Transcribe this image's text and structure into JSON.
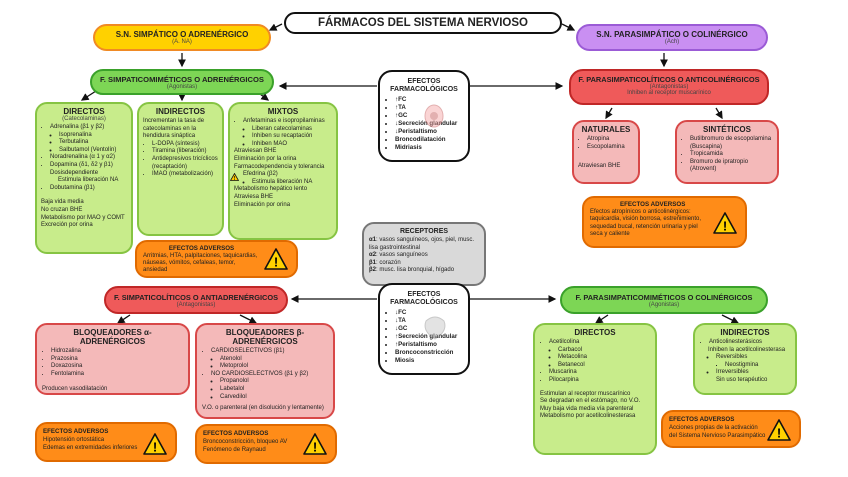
{
  "title": "FÁRMACOS DEL SISTEMA NERVIOSO AUTÓNOMO",
  "sn_simpatico": {
    "title": "S.N. SIMPÁTICO O ADRENÉRGICO",
    "sub": "(A. NA)"
  },
  "sn_parasimpatico": {
    "title": "S.N. PARASIMPÁTICO O COLINÉRGICO",
    "sub": "(Ach)"
  },
  "simpaticomimeticos": {
    "title": "F. SIMPATICOMIMÉTICOS O ADRENÉRGICOS",
    "sub": "(Agonistas)"
  },
  "parasimpaticoliticos": {
    "title": "F. PARASIMPATICOLÍTICOS O ANTICOLINÉRGICOS",
    "sub": "(Antagonistas)",
    "note": "Inhiben al receptor muscarínico"
  },
  "directos": {
    "title": "DIRECTOS",
    "sub": "(Catecolaminas)",
    "items": [
      "Adrenalina (β1 y β2)",
      "Noradrenalina (α 1 y α2)",
      "Dopamina (δ1, δ2 y β1)",
      "Dobutamina (β1)"
    ],
    "sub_adrenalina": [
      "Isoprenalina",
      "Terbutalina",
      "Salbutamol (Ventolín)"
    ],
    "dopamina_notes": [
      "Dosisdependiente",
      "Estimula liberación NA"
    ],
    "notes": [
      "Baja vida media",
      "No cruzan BHE",
      "Metabolismo por MAO y COMT",
      "Excreción por orina"
    ]
  },
  "indirectos": {
    "title": "INDIRECTOS",
    "intro": "Incrementan la tasa de catecolaminas en la hendidura sináptica",
    "items": [
      "L-DOPA (síntesis)",
      "Tiramina (liberación)",
      "Antidepresivos tricíclicos (recaptación)",
      "IMAO (metabolización)"
    ]
  },
  "mixtos": {
    "title": "MIXTOS",
    "a1": "Anfetaminas e isopropilaminas",
    "a1_sub": [
      "Liberan catecolaminas",
      "Inhiben su recaptación",
      "Inhiben MAO"
    ],
    "a1_notes": [
      "Atraviesan BHE",
      "Eliminación por la orina",
      "Farmacodependencia y tolerancia"
    ],
    "a2": "Efedrina (β2)",
    "a2_sub": [
      "Estimula liberación NA"
    ],
    "a2_notes": [
      "Metabolismo hepático lento",
      "Atraviesa BHE",
      "Eliminación por orina"
    ]
  },
  "efectos_farm1": {
    "title": "EFECTOS FARMACOLÓGICOS",
    "items": [
      "↑FC",
      "↑TA",
      "↑GC",
      "↓Secreción glandular",
      "↓Peristaltismo",
      "Broncodilatación",
      "Midriasis"
    ]
  },
  "naturales": {
    "title": "NATURALES",
    "items": [
      "Atropina",
      "Escopolamina"
    ],
    "note": "Atraviesan BHE"
  },
  "sinteticos": {
    "title": "SINTÉTICOS",
    "items": [
      "Butilbromuro de escopolamina (Buscapina)",
      "Tropicamida",
      "Bromuro de ipratropio (Atrovent)"
    ]
  },
  "adv_simpaticomimeticos": {
    "title": "EFECTOS ADVERSOS",
    "text": "Arritmias, HTA, palpitaciones, taquicardias, náuseas, vómitos, cefaleas, temor, ansiedad"
  },
  "adv_parasimpaticoliticos": {
    "title": "EFECTOS ADVERSOS",
    "text": "Efectos atropínicos o anticolinérgicos: taquicardia, visión borrosa, estreñimiento, sequedad bucal, retención urinaria y piel seca y caliente"
  },
  "receptores": {
    "title": "RECEPTORES",
    "items": [
      {
        "k": "α1",
        "v": ": vasos sanguíneos, ojos, piel, musc. lisa gastrointestinal"
      },
      {
        "k": "α2",
        "v": ": vasos sanguíneos"
      },
      {
        "k": "β1",
        "v": ": corazón"
      },
      {
        "k": "β2",
        "v": ": musc. lisa bronquial, hígado"
      }
    ]
  },
  "simpaticoliticos": {
    "title": "F. SIMPATICOLÍTICOS O ANTIADRENÉRGICOS",
    "sub": "(Antagonistas)"
  },
  "efectos_farm2": {
    "title": "EFECTOS FARMACOLÓGICOS",
    "items": [
      "↓FC",
      "↓TA",
      "↓GC",
      "↑Secreción glandular",
      "↑Peristaltismo",
      "Broncoconstricción",
      "Miosis"
    ]
  },
  "parasimpaticomimeticos": {
    "title": "F. PARASIMPATICOMIMÉTICOS O COLINÉRGICOS",
    "sub": "(Agonistas)"
  },
  "bloq_alfa": {
    "title": "BLOQUEADORES α-ADRENÉRGICOS",
    "items": [
      "Hidrozalina",
      "Prazosina",
      "Doxazosina",
      "Fentolamina"
    ],
    "note": "Producen vasodilatación"
  },
  "bloq_beta": {
    "title": "BLOQUEADORES β-ADRENÉRGICOS",
    "g1": "CARDIOSELECTIVOS (β1)",
    "g1_items": [
      "Atenolol",
      "Metoprolol"
    ],
    "g2": "NO CARDIOSELECTIVOS (β1 y β2)",
    "g2_items": [
      "Propanolol",
      "Labetalol",
      "Carvedilol"
    ],
    "note": "V.O. o parenteral (en disolución y lentamente)"
  },
  "directos_col": {
    "title": "DIRECTOS",
    "items": [
      "Acetilcolina",
      "Muscarina",
      "Pilocarpina"
    ],
    "sub_ach": [
      "Carbacol",
      "Metacolina",
      "Betanecol"
    ],
    "notes": [
      "Estimulan al receptor muscarínico",
      "Se degradan en el estómago, no V.O.",
      "Muy baja vida media vía parenteral",
      "Metabolismo por acetilcolinesterasa"
    ]
  },
  "indirectos_col": {
    "title": "INDIRECTOS",
    "item": "Anticolinesterásicos",
    "note": "Inhiben la acetilcolinesterasa",
    "sub": [
      "Reversibles",
      "Irreversibles"
    ],
    "sub_rev": [
      "Neostigmina"
    ],
    "irr_note": "Sin uso terapéutico"
  },
  "adv_alfa": {
    "title": "EFECTOS ADVERSOS",
    "text1": "Hipotensión ortostática",
    "text2": "Edemas en extremidades inferiores"
  },
  "adv_beta": {
    "title": "EFECTOS ADVERSOS",
    "text1": "Broncoconstricción, bloqueo AV",
    "text2": "Fenómeno de Raynaud"
  },
  "adv_col": {
    "title": "EFECTOS ADVERSOS",
    "text1": "Acciones propias de la activación",
    "text2": "del Sistema Nervioso Parasimpático"
  },
  "colors": {
    "yellow": "#ffd100",
    "purple": "#c98ff2",
    "green": "#7dd655",
    "red": "#ef5a5a",
    "light_green": "#c8ec8b",
    "light_red": "#f4b9b9",
    "orange": "#ff8c18",
    "grey": "#d9d9d9"
  }
}
